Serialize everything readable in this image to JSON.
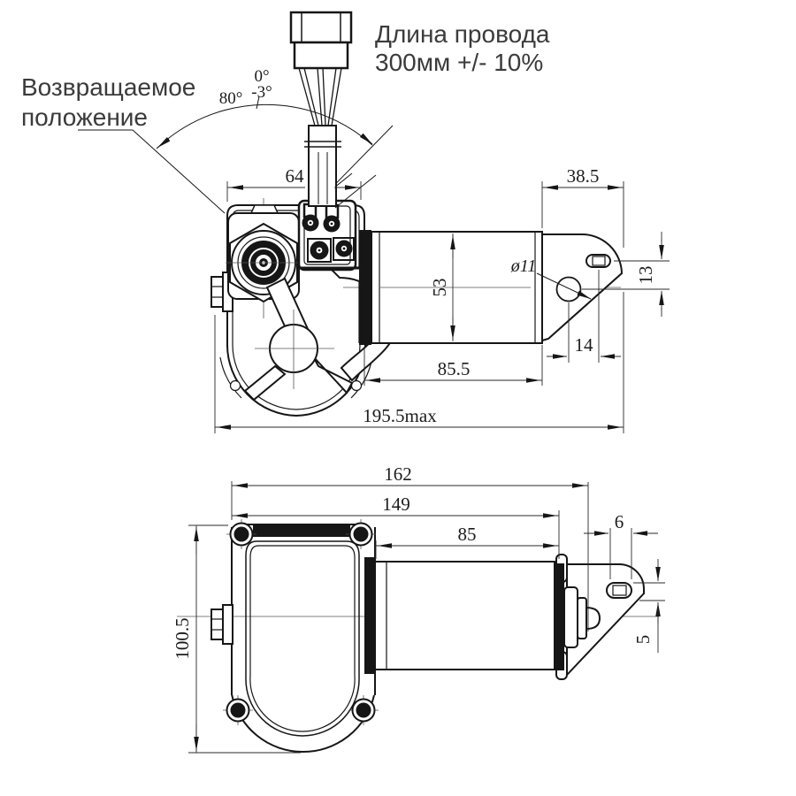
{
  "annotations": {
    "return_position_line1": "Возвращаемое",
    "return_position_line2": "положение",
    "wire_length_line1": "Длина провода",
    "wire_length_line2": "300мм +/- 10%",
    "angle_sweep": "80°",
    "angle_zero": "0°",
    "angle_park": "-3°"
  },
  "top_view": {
    "dim_housing_width": "64",
    "dim_bracket_width": "38.5",
    "dim_motor_diameter": "53",
    "dim_hole_offset_vertical": "13",
    "dim_hole_offset_horizontal": "14",
    "dim_motor_length": "85.5",
    "dim_overall_length": "195.5max",
    "hole_diameter_label": "ø11"
  },
  "bottom_view": {
    "dim_overall_length": "162",
    "dim_body_length": "149",
    "dim_motor_length": "85",
    "dim_slot_width": "6",
    "dim_overall_height": "100.5",
    "dim_slot_offset": "5"
  }
}
